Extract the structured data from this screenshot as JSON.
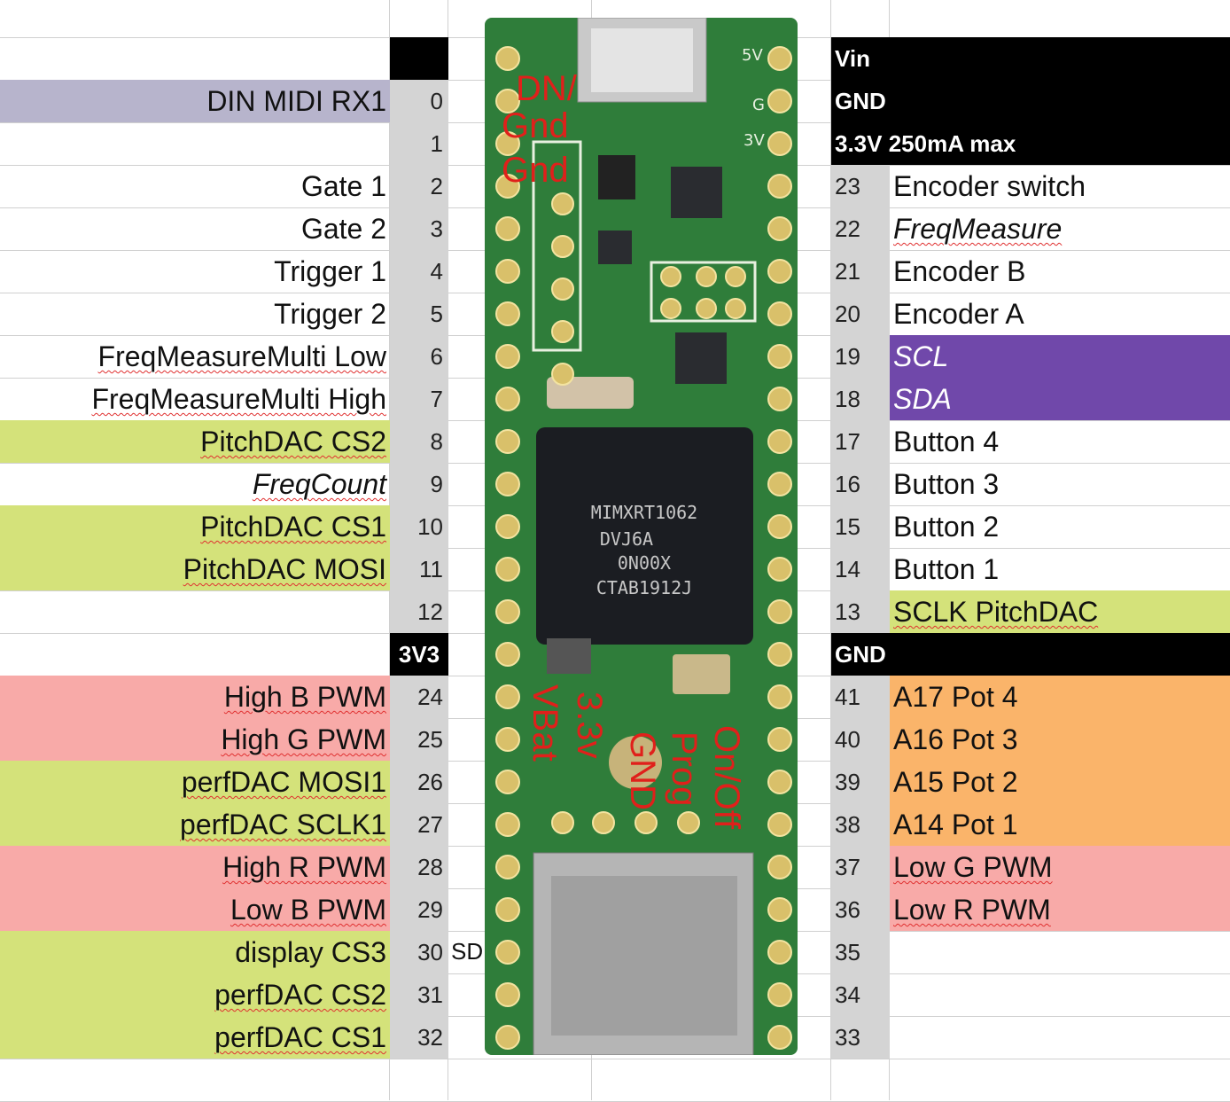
{
  "left_pins": [
    {
      "label": "",
      "num": "",
      "style": "black-num"
    },
    {
      "label": "DIN MIDI RX1",
      "num": "0",
      "style": "lav"
    },
    {
      "label": "",
      "num": "1",
      "style": ""
    },
    {
      "label": "Gate 1",
      "num": "2",
      "style": ""
    },
    {
      "label": "Gate 2",
      "num": "3",
      "style": ""
    },
    {
      "label": "Trigger 1",
      "num": "4",
      "style": ""
    },
    {
      "label": "Trigger 2",
      "num": "5",
      "style": ""
    },
    {
      "label": "FreqMeasureMulti Low",
      "num": "6",
      "style": "wavy"
    },
    {
      "label": "FreqMeasureMulti High",
      "num": "7",
      "style": "wavy"
    },
    {
      "label": "PitchDAC CS2",
      "num": "8",
      "style": "lime wavy"
    },
    {
      "label": "FreqCount",
      "num": "9",
      "style": "italic wavy"
    },
    {
      "label": "PitchDAC CS1",
      "num": "10",
      "style": "lime wavy"
    },
    {
      "label": "PitchDAC MOSI",
      "num": "11",
      "style": "lime wavy"
    },
    {
      "label": "",
      "num": "12",
      "style": ""
    },
    {
      "label": "",
      "num": "3V3",
      "style": "black-num"
    },
    {
      "label": "High B PWM",
      "num": "24",
      "style": "pink wavy"
    },
    {
      "label": "High G PWM",
      "num": "25",
      "style": "pink wavy"
    },
    {
      "label": "perfDAC MOSI1",
      "num": "26",
      "style": "lime wavy"
    },
    {
      "label": "perfDAC SCLK1",
      "num": "27",
      "style": "lime wavy"
    },
    {
      "label": "High R PWM",
      "num": "28",
      "style": "pink wavy"
    },
    {
      "label": "Low B PWM",
      "num": "29",
      "style": "pink wavy"
    },
    {
      "label": "display CS3",
      "num": "30",
      "style": "lime"
    },
    {
      "label": "perfDAC CS2",
      "num": "31",
      "style": "lime wavy"
    },
    {
      "label": "perfDAC CS1",
      "num": "32",
      "style": "lime wavy"
    }
  ],
  "right_pins": [
    {
      "num": "Vin",
      "label": "",
      "style": "black-wide"
    },
    {
      "num": "GND",
      "label": "",
      "style": "black-wide"
    },
    {
      "num": "3.3V 250mA max",
      "label": "",
      "style": "black-wide"
    },
    {
      "num": "23",
      "label": "Encoder switch",
      "style": ""
    },
    {
      "num": "22",
      "label": "FreqMeasure",
      "style": "italic wavy"
    },
    {
      "num": "21",
      "label": "Encoder B",
      "style": ""
    },
    {
      "num": "20",
      "label": "Encoder A",
      "style": ""
    },
    {
      "num": "19",
      "label": "SCL",
      "style": "purple italic"
    },
    {
      "num": "18",
      "label": "SDA",
      "style": "purple italic"
    },
    {
      "num": "17",
      "label": "Button 4",
      "style": ""
    },
    {
      "num": "16",
      "label": "Button 3",
      "style": ""
    },
    {
      "num": "15",
      "label": "Button 2",
      "style": ""
    },
    {
      "num": "14",
      "label": "Button 1",
      "style": ""
    },
    {
      "num": "13",
      "label": "SCLK PitchDAC",
      "style": "lime wavy"
    },
    {
      "num": "GND",
      "label": "",
      "style": "black-wide"
    },
    {
      "num": "41",
      "label": "A17 Pot 4",
      "style": "orange"
    },
    {
      "num": "40",
      "label": "A16 Pot 3",
      "style": "orange"
    },
    {
      "num": "39",
      "label": "A15 Pot 2",
      "style": "orange"
    },
    {
      "num": "38",
      "label": "A14 Pot 1",
      "style": "orange"
    },
    {
      "num": "37",
      "label": "Low G PWM",
      "style": "pink wavy"
    },
    {
      "num": "36",
      "label": "Low R PWM",
      "style": "pink wavy"
    },
    {
      "num": "35",
      "label": "",
      "style": ""
    },
    {
      "num": "34",
      "label": "",
      "style": ""
    },
    {
      "num": "33",
      "label": "",
      "style": ""
    }
  ],
  "board": {
    "chip_lines": [
      "MIMXRT1062",
      "DVJ6A",
      "0N00X",
      "CTAB1912J"
    ],
    "silk_5v": "5V",
    "silk_g": "G",
    "silk_3v": "3V",
    "annotations": {
      "top_stack": "DN/",
      "gnd1": "Gnd",
      "gnd2": "Gnd",
      "vbat": "VBat",
      "v33": "3.3v",
      "gnd_bottom": "GND",
      "prog": "Prog",
      "onoff": "On/Off"
    },
    "sd_label": "SD",
    "colors": {
      "pcb": "#2f7d3a",
      "pad": "#d9c06a",
      "chip": "#1b1d22",
      "annotation": "#e0201b"
    }
  }
}
